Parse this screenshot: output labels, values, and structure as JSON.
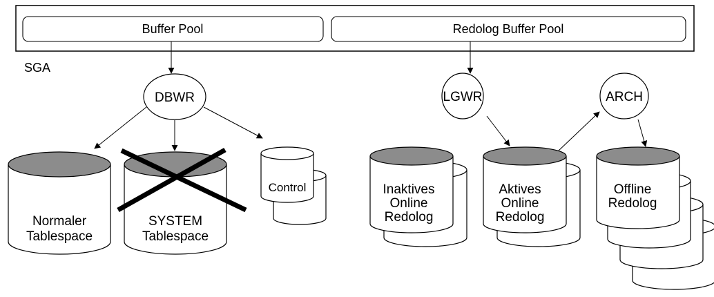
{
  "colors": {
    "stroke": "#000000",
    "cylinder_body": "#ffffff",
    "cylinder_top": "#8c8c8c",
    "background": "#ffffff"
  },
  "sga": {
    "label": "SGA",
    "buffer_pool": "Buffer Pool",
    "redolog_buffer_pool": "Redolog Buffer Pool"
  },
  "processes": {
    "dbwr": "DBWR",
    "lgwr": "LGWR",
    "arch": "ARCH"
  },
  "storage": {
    "normal_ts": [
      "Normaler",
      "Tablespace"
    ],
    "system_ts": [
      "SYSTEM",
      "Tablespace"
    ],
    "control": "Control",
    "inactive_log": [
      "Inaktives",
      "Online",
      "Redolog"
    ],
    "active_log": [
      "Aktives",
      "Online",
      "Redolog"
    ],
    "offline_log": [
      "Offline",
      "Redolog"
    ]
  },
  "annotations": {
    "system_crossed_out": true
  }
}
